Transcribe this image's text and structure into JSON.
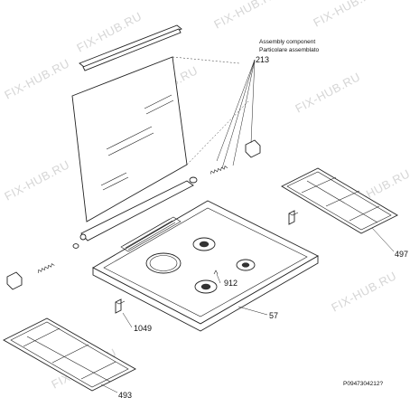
{
  "watermark": {
    "text": "FIX-HUB.RU"
  },
  "callouts": {
    "assembly_en": "Assembly component",
    "assembly_it": "Particolare assemblato",
    "p213": "213",
    "p497": "497",
    "p912": "912",
    "p1049": "1049",
    "p57": "57",
    "p493": "493"
  },
  "footer": {
    "drawing_code": "P0947304212?"
  }
}
